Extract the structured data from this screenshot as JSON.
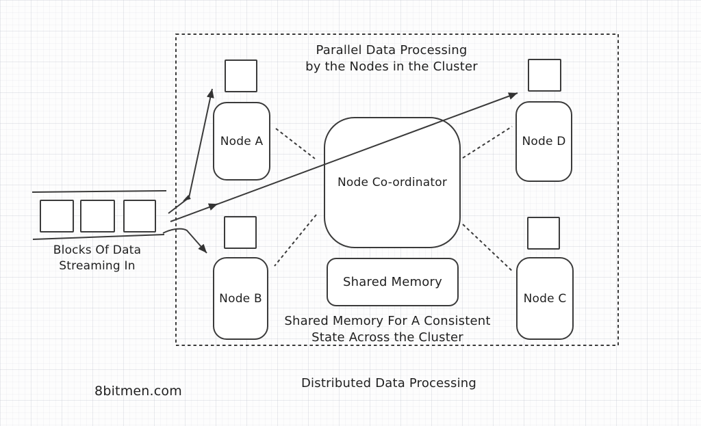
{
  "diagram": {
    "title": "Distributed Data Processing",
    "watermark": "8bitmen.com"
  },
  "stream": {
    "caption_line1": "Blocks Of Data",
    "caption_line2": "Streaming In",
    "block_count": 3
  },
  "cluster": {
    "top_caption_line1": "Parallel Data Processing",
    "top_caption_line2": "by the Nodes in the Cluster",
    "bottom_caption_line1": "Shared Memory For A Consistent",
    "bottom_caption_line2": "State Across the Cluster",
    "coordinator_label": "Node Co-ordinator",
    "shared_memory_label": "Shared Memory",
    "nodes": [
      {
        "label": "Node A"
      },
      {
        "label": "Node B"
      },
      {
        "label": "Node C"
      },
      {
        "label": "Node D"
      }
    ]
  },
  "colors": {
    "stroke": "#3a3a3a",
    "text": "#1f1f1f",
    "canvas": "#fdfdfd"
  }
}
